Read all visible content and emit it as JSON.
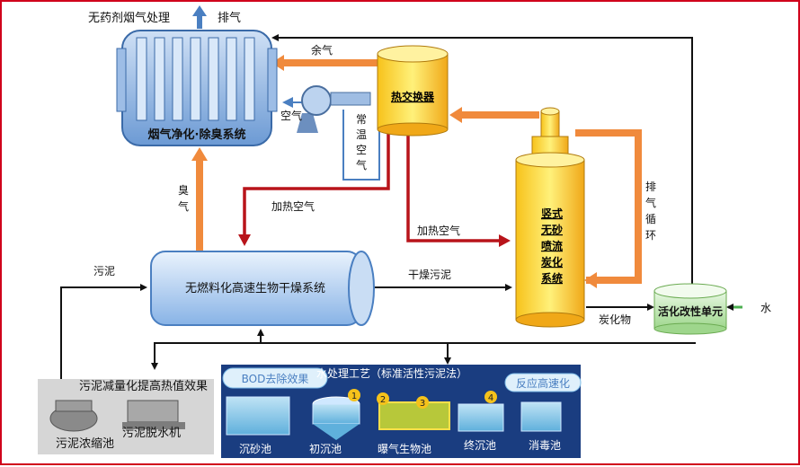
{
  "title": "无药剂烟气处理",
  "labels": {
    "exhaust": "排气",
    "waste_gas": "余气",
    "air": "空气",
    "normal_air": [
      "常",
      "温",
      "空",
      "气"
    ],
    "heated_air_1": "加热空气",
    "heated_air_2": "加热空气",
    "odor_gas": [
      "臭",
      "气"
    ],
    "exhaust_cycle": [
      "排",
      "气",
      "循",
      "环"
    ],
    "sludge": "污泥",
    "dry_sludge": "干燥污泥",
    "char": "炭化物",
    "water": "水",
    "sludge_reduction": "污泥减量化提高热值效果"
  },
  "units": {
    "flue_gas": "烟气净化·除臭系统",
    "heat_exchanger": "热交换器",
    "dryer": "无燃料化高速生物干燥系统",
    "carbonizer": [
      "竖式",
      "无砂",
      "喷流",
      "炭化",
      "系统"
    ],
    "activation": "活化改性单元",
    "sludge_thickener": "污泥浓缩池",
    "dewatering": "污泥脱水机"
  },
  "water_process": {
    "title": "水处理工艺（标准活性污泥法）",
    "bod_label": "BOD去除效果",
    "reaction_label": "反应高速化",
    "steps": [
      "1",
      "2",
      "3",
      "4"
    ],
    "tanks": [
      "沉砂池",
      "初沉池",
      "曝气生物池",
      "终沉池",
      "消毒池"
    ]
  },
  "colors": {
    "orange": "#f08a3c",
    "red": "#b8141a",
    "blue": "#4a7fc1",
    "black": "#111111",
    "green": "#4caf50"
  }
}
